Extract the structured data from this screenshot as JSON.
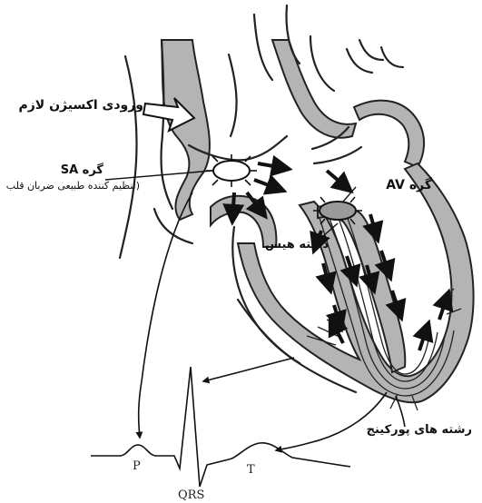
{
  "labels": {
    "oxygen_entry": "ورودی اکسیژن لازم",
    "sa_node": "گره SA",
    "sa_node_desc": "(تنظیم کننده طبیعی ضربان قلب",
    "av_node": "گره AV",
    "his_bundle": "دسته هیس",
    "purkinje_fibers": "رشته های پورکینج"
  },
  "ecg": {
    "p_label": "P",
    "qrs_label": "QRS",
    "t_label": "T"
  },
  "colors": {
    "tissue": "#b4b4b4",
    "ink": "#111111",
    "background": "#ffffff"
  }
}
